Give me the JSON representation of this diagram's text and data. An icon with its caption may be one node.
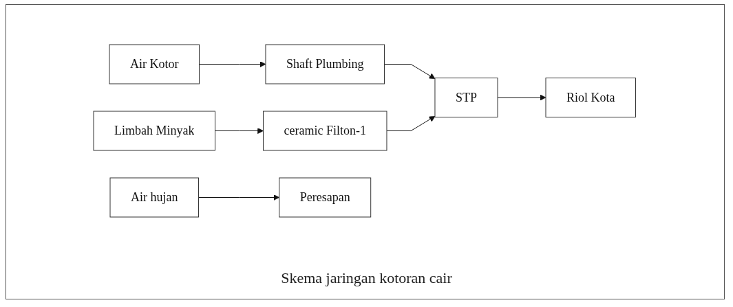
{
  "diagram": {
    "caption": "Skema jaringan kotoran cair",
    "nodes": [
      {
        "text": [
          "Air Kotor"
        ]
      },
      {
        "text": [
          "Shaft Plumbing"
        ]
      },
      {
        "text": [
          "STP"
        ]
      },
      {
        "text": [
          "Riol Kota"
        ]
      },
      {
        "text": [
          "Limbah Minyak"
        ]
      },
      {
        "text": [
          "ceramic Filton-1"
        ]
      },
      {
        "text": [
          "Air hujan"
        ]
      },
      {
        "text": [
          "Peresapan"
        ]
      }
    ],
    "edges": [
      {
        "from": 0,
        "to": 1,
        "arrow": "to"
      },
      {
        "from": 1,
        "to": 2,
        "arrow": "to"
      },
      {
        "from": 2,
        "to": 3,
        "arrow": "to"
      },
      {
        "from": 4,
        "to": 5,
        "arrow": "to"
      },
      {
        "from": 5,
        "to": 2,
        "arrow": "to"
      },
      {
        "from": 6,
        "to": 7,
        "arrow": "to"
      }
    ]
  }
}
